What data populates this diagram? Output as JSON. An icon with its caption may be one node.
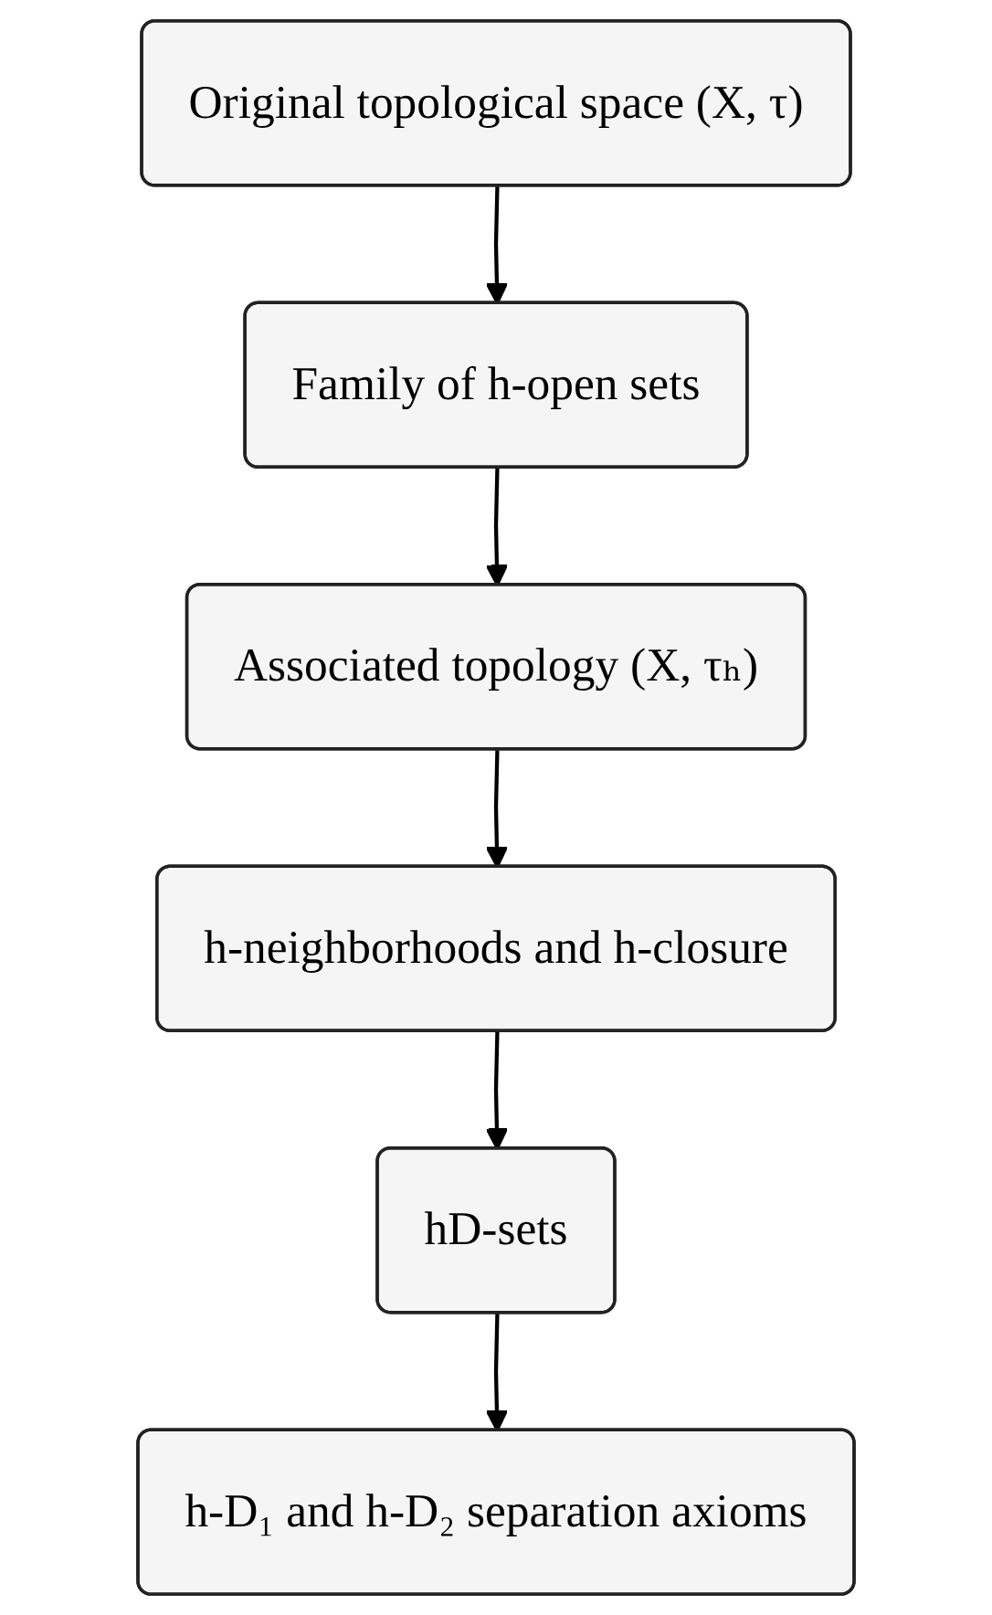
{
  "diagram": {
    "nodes": [
      {
        "text": [
          "Original topological space (X, τ)"
        ]
      },
      {
        "text": [
          "Family of h-open sets"
        ]
      },
      {
        "text": [
          "Associated topology (X, τₕ)"
        ]
      },
      {
        "text": [
          "h-neighborhoods and h-closure"
        ]
      },
      {
        "text": [
          "hD-sets"
        ]
      },
      {
        "text": [
          "h-D₁ and h-D₂ separation axioms"
        ]
      }
    ],
    "edges": [
      {
        "from": 0,
        "to": 1,
        "arrow": "to"
      },
      {
        "from": 1,
        "to": 2,
        "arrow": "to"
      },
      {
        "from": 2,
        "to": 3,
        "arrow": "to"
      },
      {
        "from": 3,
        "to": 4,
        "arrow": "to"
      },
      {
        "from": 4,
        "to": 5,
        "arrow": "to"
      }
    ]
  }
}
